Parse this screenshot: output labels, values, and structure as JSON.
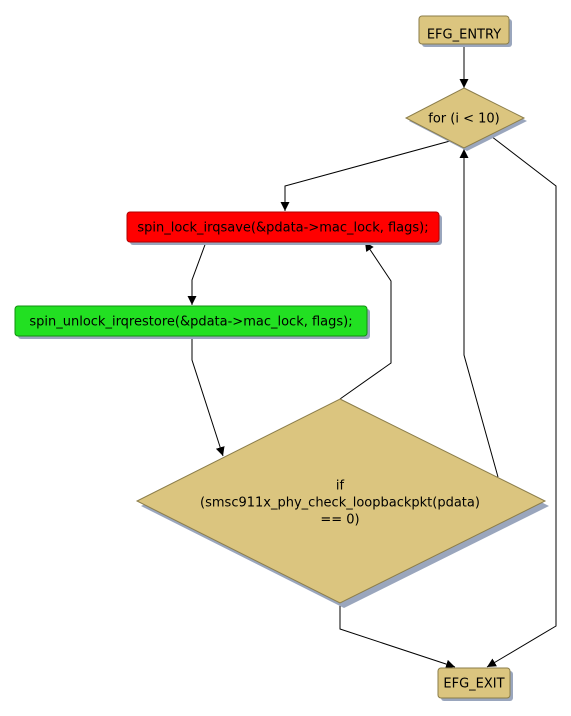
{
  "diagram": {
    "colors": {
      "tan": "#dbc57f",
      "tan_border": "#8b7d4a",
      "red": "#ff0000",
      "green": "#22e022",
      "shadow": "#9aa6bd",
      "edge": "#000000"
    },
    "nodes": {
      "entry": {
        "label": "EFG_ENTRY"
      },
      "loop": {
        "label": "for (i < 10)"
      },
      "lock": {
        "label": "spin_lock_irqsave(&pdata->mac_lock, flags);"
      },
      "unlock": {
        "label": "spin_unlock_irqrestore(&pdata->mac_lock, flags);"
      },
      "check": {
        "lines": [
          "if",
          "(smsc911x_phy_check_loopbackpkt(pdata)",
          "== 0)"
        ]
      },
      "exit": {
        "label": "EFG_EXIT"
      }
    }
  }
}
